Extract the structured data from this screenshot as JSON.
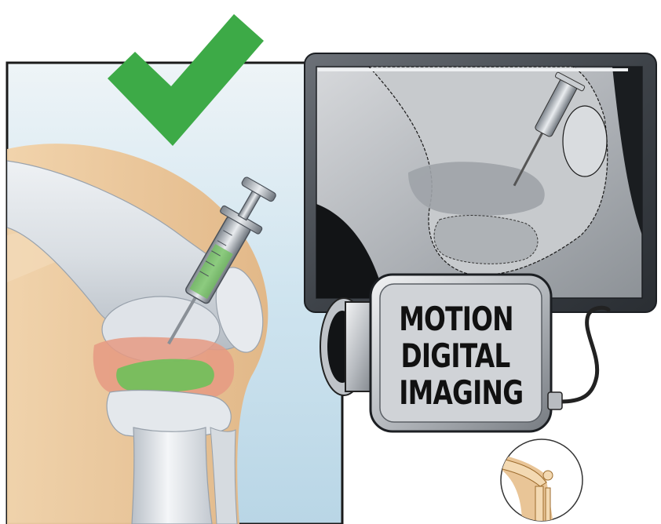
{
  "device": {
    "label_lines": [
      "MOTION",
      "DIGITAL",
      "IMAGING"
    ]
  },
  "icons": {
    "checkmark": "check-icon",
    "knee_inset": "knee-joint-icon"
  },
  "colors": {
    "check_green": "#3daa47",
    "bone": "#dfe4ea",
    "skin": "#e9c597",
    "cartilage": "#e69a82",
    "injection_fluid": "#6ec05a",
    "monitor_frame": "#4a4f56",
    "monitor_screen": "#b8bcc1",
    "background_blue": "#cfe4ef"
  }
}
